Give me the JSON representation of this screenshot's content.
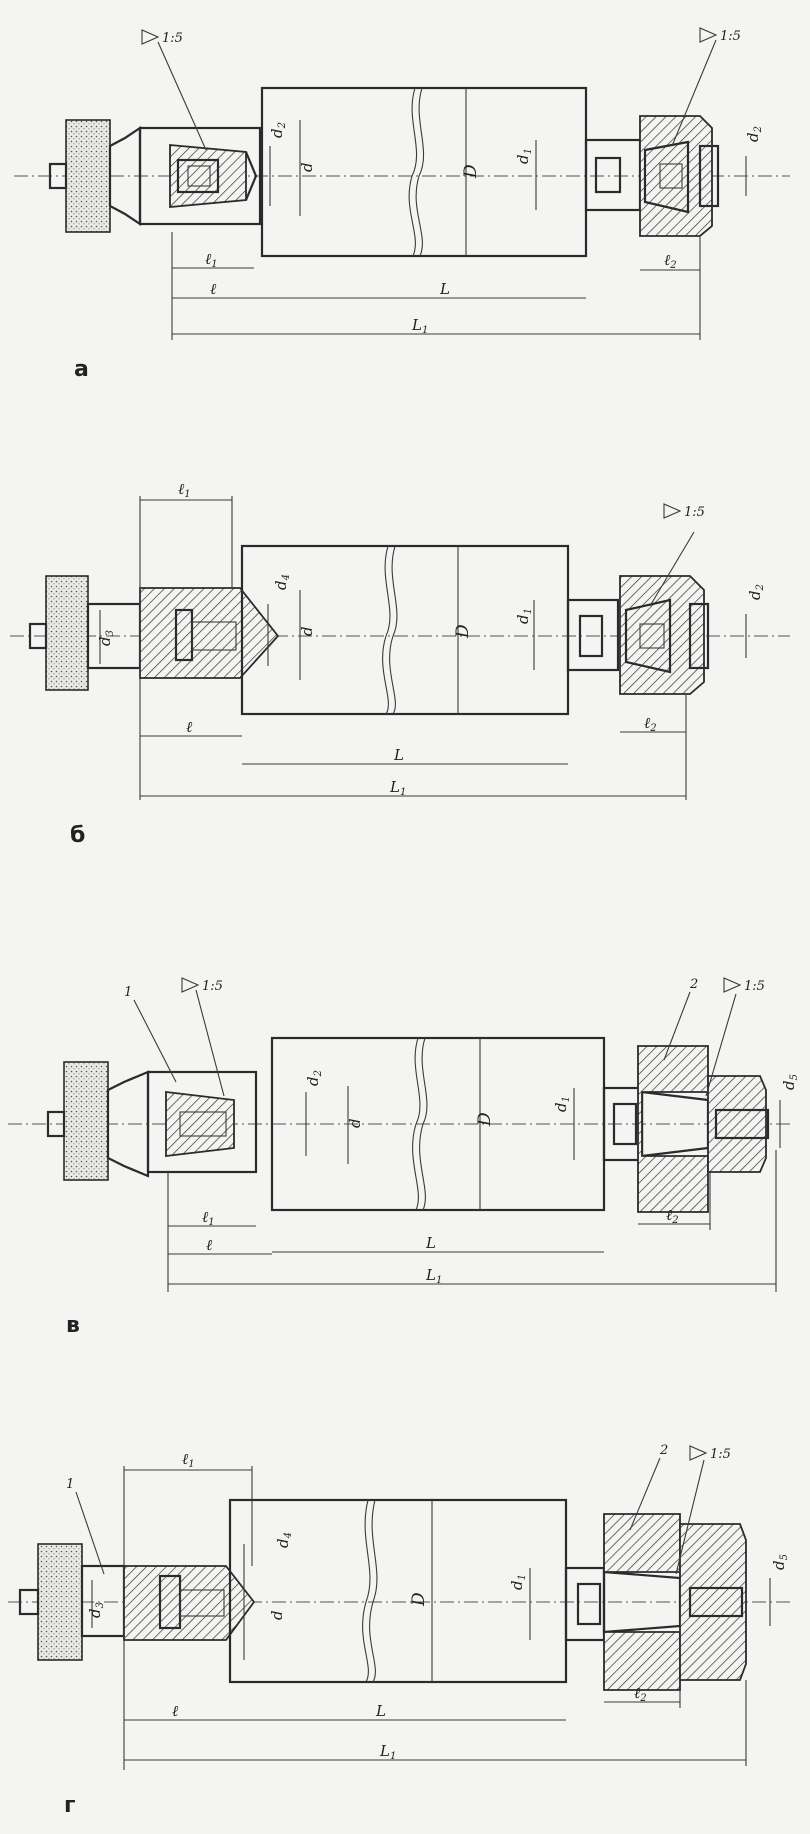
{
  "panels": [
    {
      "letter": "а",
      "taper_left": "1:5",
      "taper_right": "1:5",
      "labels": {
        "d2": "d",
        "d2s": "2",
        "d": "d",
        "D": "D",
        "d1": "d",
        "d1s": "1",
        "d2r": "d",
        "d2rs": "2",
        "l1": "ℓ",
        "l1s": "1",
        "l": "ℓ",
        "L": "L",
        "L1": "L",
        "L1s": "1",
        "l2": "ℓ",
        "l2s": "2"
      }
    },
    {
      "letter": "б",
      "taper_right": "1:5",
      "labels": {
        "l1": "ℓ",
        "l1s": "1",
        "d3": "d",
        "d3s": "3",
        "d4": "d",
        "d4s": "4",
        "d": "d",
        "D": "D",
        "d1": "d",
        "d1s": "1",
        "d2": "d",
        "d2s": "2",
        "l": "ℓ",
        "L": "L",
        "L1": "L",
        "L1s": "1",
        "l2": "ℓ",
        "l2s": "2"
      }
    },
    {
      "letter": "в",
      "taper_left": "1:5",
      "taper_right": "1:5",
      "callout_1": "1",
      "callout_2": "2",
      "labels": {
        "d2": "d",
        "d2s": "2",
        "d": "d",
        "D": "D",
        "d1": "d",
        "d1s": "1",
        "d5": "d",
        "d5s": "5",
        "l1": "ℓ",
        "l1s": "1",
        "l": "ℓ",
        "L": "L",
        "L1": "L",
        "L1s": "1",
        "l2": "ℓ",
        "l2s": "2"
      }
    },
    {
      "letter": "г",
      "taper_right": "1:5",
      "callout_1": "1",
      "callout_2": "2",
      "labels": {
        "l1": "ℓ",
        "l1s": "1",
        "d4": "d",
        "d4s": "4",
        "d3": "d",
        "d3s": "3",
        "d": "d",
        "D": "D",
        "d1": "d",
        "d1s": "1",
        "d5": "d",
        "d5s": "5",
        "l": "ℓ",
        "L": "L",
        "L1": "L",
        "L1s": "1",
        "l2": "ℓ",
        "l2s": "2"
      }
    }
  ]
}
